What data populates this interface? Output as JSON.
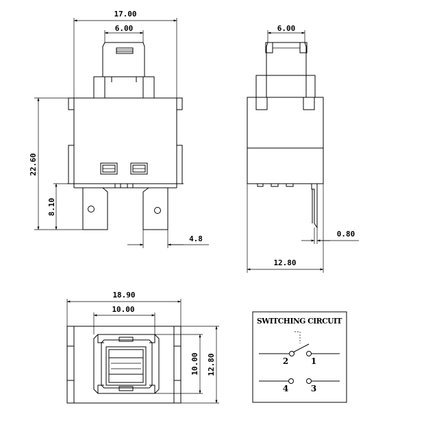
{
  "front_view": {
    "dim_width_total": "17.00",
    "dim_width_actuator": "6.00",
    "dim_height_total": "22.60",
    "dim_terminal_length": "8.10",
    "dim_terminal_width": "4.8"
  },
  "side_view": {
    "dim_actuator_width": "6.00",
    "dim_terminal_thickness": "0.80",
    "dim_body_width": "12.80"
  },
  "bottom_view": {
    "dim_width_total": "18.90",
    "dim_width_inner": "10.00",
    "dim_height_inner": "10.00",
    "dim_height_total": "12.80"
  },
  "circuit": {
    "title": "SWITCHING CIRCUIT",
    "pins": [
      "2",
      "1",
      "4",
      "3"
    ]
  }
}
